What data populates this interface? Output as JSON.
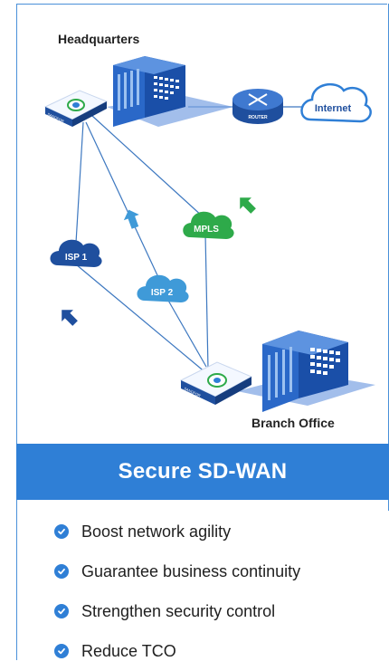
{
  "diagram": {
    "headquarters_label": "Headquarters",
    "branch_label": "Branch Office",
    "router_label": "ROUTER",
    "internet_label": "Internet",
    "isp1_label": "ISP 1",
    "isp2_label": "ISP 2",
    "mpls_label": "MPLS",
    "device_brand": "SANGFOR"
  },
  "banner": {
    "title": "Secure SD-WAN"
  },
  "benefits": [
    "Boost network agility",
    "Guarantee business continuity",
    "Strengthen security control",
    "Reduce TCO"
  ],
  "colors": {
    "primary_blue": "#2f7fd6",
    "navy": "#1f4f9e",
    "green": "#2eaa4a",
    "light_blue": "#3f9ad8",
    "line": "#3d78c0"
  }
}
